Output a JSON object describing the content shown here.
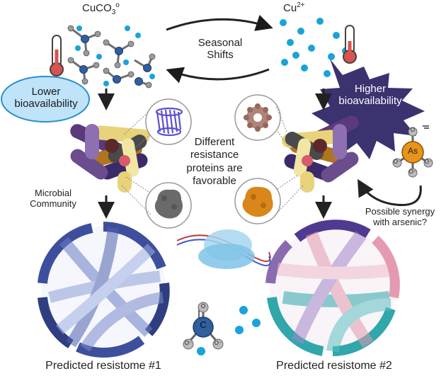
{
  "top": {
    "left_species": "CuCO",
    "left_species_sub": "3",
    "left_species_sup": "o",
    "right_species": "Cu",
    "right_species_sup": "2+",
    "seasonal_line1": "Seasonal",
    "seasonal_line2": "Shifts"
  },
  "left": {
    "bubble_line1": "Lower",
    "bubble_line2": "bioavailability",
    "community_line1": "Microbial",
    "community_line2": "Community",
    "result": "Predicted resistome #1"
  },
  "center": {
    "line1": "Different",
    "line2": "resistance",
    "line3": "proteins are",
    "line4": "favorable"
  },
  "right": {
    "burst_line1": "Higher",
    "burst_line2": "bioavailability",
    "arsenic_symbol": "As",
    "synergy_line1": "Possible synergy",
    "synergy_line2": "with arsenic?",
    "result": "Predicted resistome #2"
  },
  "carbonate_symbol": "C",
  "o_label": "O",
  "o_minus_label": "O⁻",
  "colors": {
    "bubble_fill": "#bfe3f8",
    "bubble_stroke": "#2a8fd0",
    "burst_fill": "#3b3270",
    "cu_ion": "#1aa3d9",
    "arsenic": "#e8931a",
    "resistome1": "#3d4f9c",
    "resistome2_teal": "#2fa7ab",
    "resistome2_pink": "#e49ab0",
    "resistome2_purple": "#4f3a8f"
  }
}
